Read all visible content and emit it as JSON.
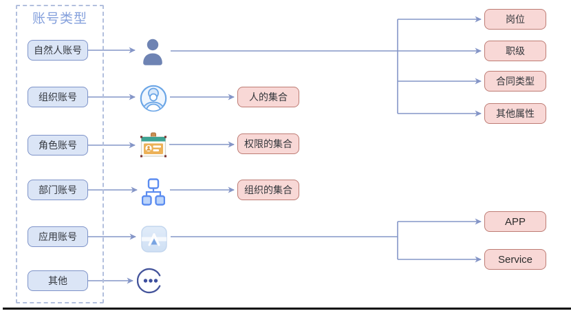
{
  "panel": {
    "title": "账号类型"
  },
  "accounts": [
    {
      "label": "自然人账号",
      "icon": "person-icon"
    },
    {
      "label": "组织账号",
      "icon": "group-icon"
    },
    {
      "label": "角色账号",
      "icon": "badge-icon"
    },
    {
      "label": "部门账号",
      "icon": "org-chart-icon"
    },
    {
      "label": "应用账号",
      "icon": "app-icon"
    },
    {
      "label": "其他",
      "icon": "ellipsis-icon"
    }
  ],
  "collections": [
    {
      "label": "人的集合"
    },
    {
      "label": "权限的集合"
    },
    {
      "label": "组织的集合"
    }
  ],
  "person_attributes": [
    {
      "label": "岗位"
    },
    {
      "label": "职级"
    },
    {
      "label": "合同类型"
    },
    {
      "label": "其他属性"
    }
  ],
  "app_attributes": [
    {
      "label": "APP"
    },
    {
      "label": "Service"
    }
  ],
  "colors": {
    "blue_node_fill": "#dbe5f6",
    "blue_node_border": "#7d92c8",
    "pink_node_fill": "#f8d8d6",
    "pink_node_border": "#bd7b73",
    "connector": "#8495c7",
    "panel_border": "#b2bfdd",
    "panel_title_text": "#84a0dc",
    "divider": "#050505"
  }
}
